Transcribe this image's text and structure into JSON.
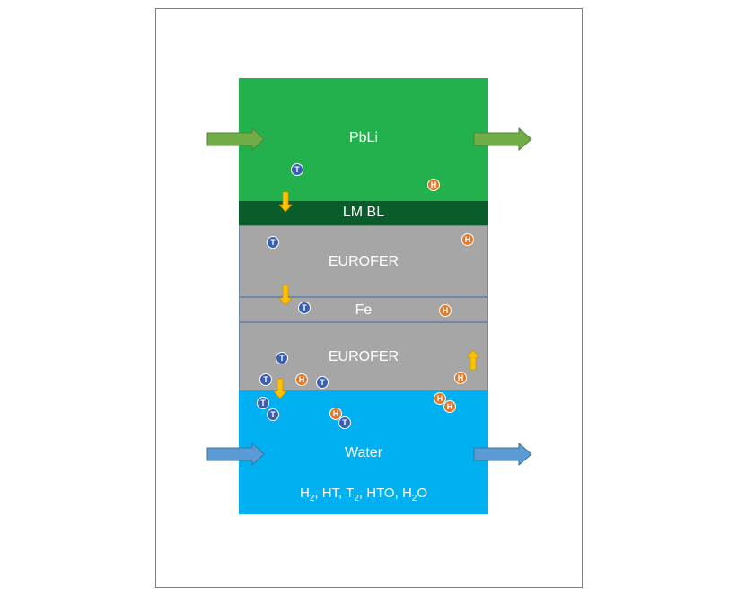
{
  "layers": {
    "pbli": "PbLi",
    "lm_bl": "LM BL",
    "eurofer_top": "EUROFER",
    "fe": "Fe",
    "eurofer_bottom": "EUROFER",
    "water": "Water"
  },
  "species": [
    {
      "base": "H",
      "sub": "2",
      "sep": ", "
    },
    {
      "base": "HT",
      "sub": "",
      "sep": ", "
    },
    {
      "base": "T",
      "sub": "2",
      "sep": ", "
    },
    {
      "base": "HTO",
      "sub": "",
      "sep": ", "
    },
    {
      "base": "H",
      "sub": "2",
      "tail": "O",
      "sep": ""
    }
  ],
  "particle_labels": {
    "tritium": "T",
    "hydrogen": "H"
  },
  "colors": {
    "pbli": "#22b14c",
    "lm_bl": "#0a5c2a",
    "eurofer": "#a6a6a6",
    "water": "#00b0f0",
    "tritium": "#3a5fb0",
    "hydrogen": "#e07a2a",
    "flow_arrow_green": "#70ad47",
    "flow_arrow_blue": "#5b9bd5",
    "transport_arrow": "#ffc000"
  }
}
